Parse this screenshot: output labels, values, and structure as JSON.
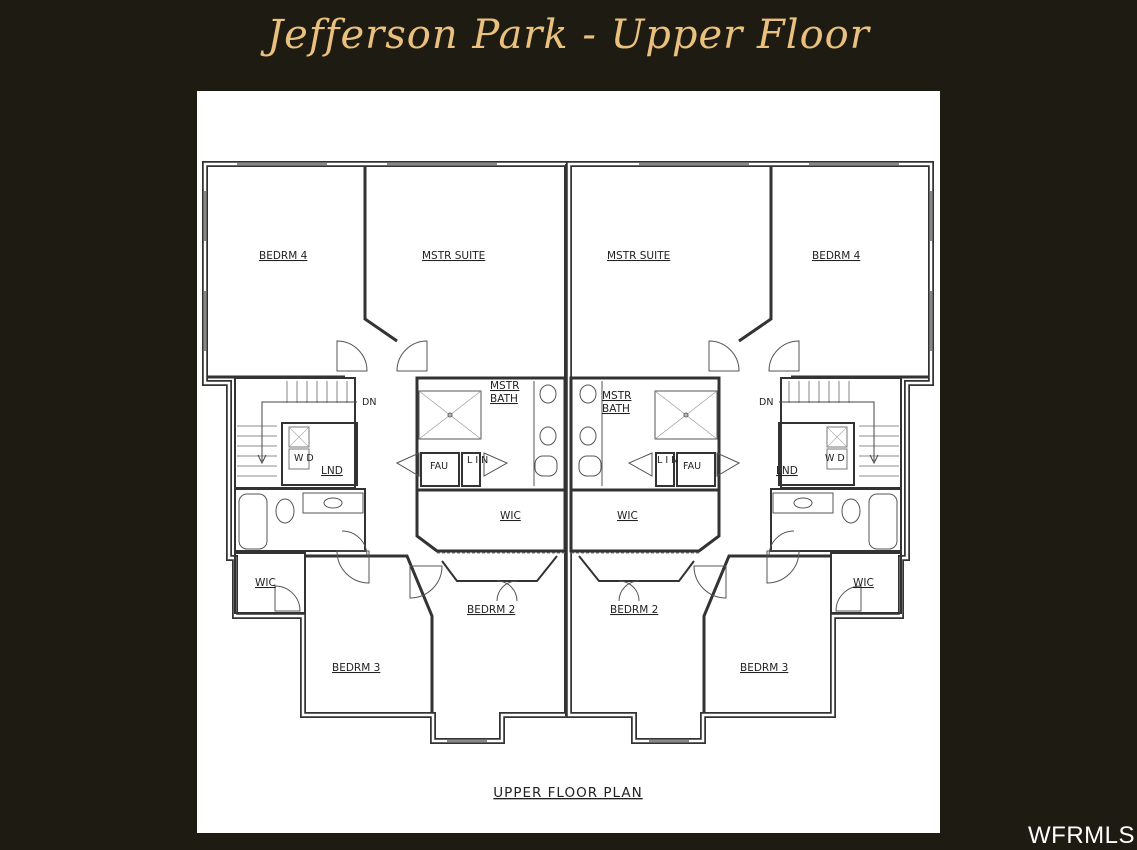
{
  "title": "Jefferson Park - Upper Floor",
  "rooms": {
    "bedrm4_left": "BEDRM 4",
    "mstr_suite_left": "MSTR SUITE",
    "mstr_suite_right": "MSTR SUITE",
    "bedrm4_right": "BEDRM 4",
    "mstr_bath_left_1": "MSTR",
    "mstr_bath_left_2": "BATH",
    "mstr_bath_right_1": "MSTR",
    "mstr_bath_right_2": "BATH",
    "fau_left": "FAU",
    "fau_right": "FAU",
    "lin_left": "L I N",
    "lin_right": "L I N",
    "lnd_left": "LND",
    "lnd_right": "LND",
    "wd_left": "W D",
    "wd_right": "W D",
    "dn_left": "DN",
    "dn_right": "DN",
    "wic_left_center": "WIC",
    "wic_right_center": "WIC",
    "wic_left_small": "WIC",
    "wic_right_small": "WIC",
    "bedrm2_left": "BEDRM 2",
    "bedrm2_right": "BEDRM 2",
    "bedrm3_left": "BEDRM 3",
    "bedrm3_right": "BEDRM 3"
  },
  "plan_label": "UPPER FLOOR PLAN",
  "watermark": "WFRMLS",
  "colors": {
    "background": "#1e1c12",
    "title": "#e9c07e",
    "sheet": "#ffffff",
    "wall": "#333333"
  }
}
